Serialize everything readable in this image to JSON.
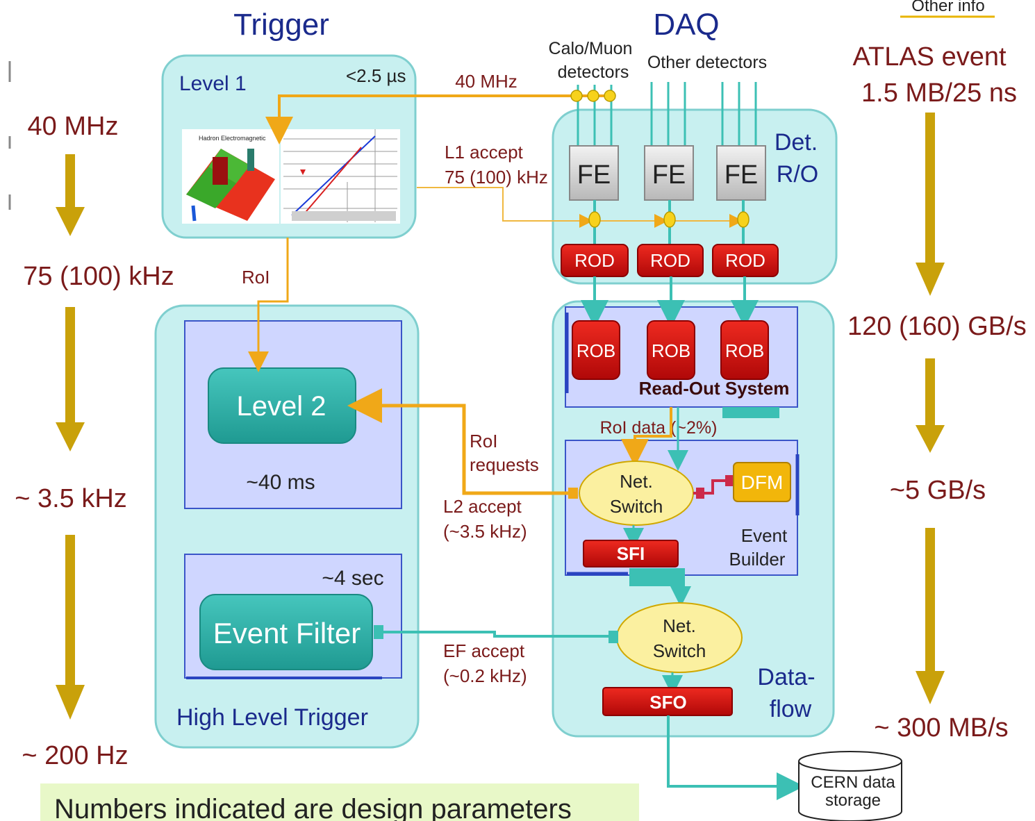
{
  "headers": {
    "trigger": "Trigger",
    "daq": "DAQ",
    "other_info": "Other info"
  },
  "rates_left": [
    "40 MHz",
    "75 (100) kHz",
    "~ 3.5 kHz",
    "~ 200 Hz"
  ],
  "rates_right": {
    "event_line1": "ATLAS event",
    "event_line2": "1.5 MB/25 ns",
    "values": [
      "120 (160) GB/s",
      "~5 GB/s",
      "~ 300 MB/s"
    ]
  },
  "level1": {
    "title": "Level 1",
    "latency": "<2.5 µs",
    "figure_caption": "Hadron Electromagnetic"
  },
  "hlt": {
    "title": "High Level Trigger",
    "level2_label": "Level 2",
    "level2_latency": "~40 ms",
    "ef_label": "Event Filter",
    "ef_latency": "~4 sec"
  },
  "signals": {
    "clock": "40 MHz",
    "l1_accept_line1": "L1 accept",
    "l1_accept_line2": "75 (100) kHz",
    "roi": "RoI",
    "roi_requests_line1": "RoI",
    "roi_requests_line2": "requests",
    "l2_accept_line1": "L2 accept",
    "l2_accept_line2": "(~3.5 kHz)",
    "ef_accept_line1": "EF accept",
    "ef_accept_line2": "(~0.2 kHz)",
    "roi_data": "RoI data (~2%)"
  },
  "detectors": {
    "calo_muon_line1": "Calo/Muon",
    "calo_muon_line2": "detectors",
    "other": "Other detectors"
  },
  "det_ro": {
    "label_line1": "Det.",
    "label_line2": "R/O",
    "fe": [
      "FE",
      "FE",
      "FE"
    ],
    "rod": [
      "ROD",
      "ROD",
      "ROD"
    ]
  },
  "readout": {
    "rob": [
      "ROB",
      "ROB",
      "ROB"
    ],
    "label": "Read-Out System"
  },
  "event_builder": {
    "switch_line1": "Net.",
    "switch_line2": "Switch",
    "dfm": "DFM",
    "label_line1": "Event",
    "label_line2": "Builder",
    "sfi": "SFI"
  },
  "dataflow": {
    "switch_line1": "Net.",
    "switch_line2": "Switch",
    "sfo": "SFO",
    "label_line1": "Data-",
    "label_line2": "flow"
  },
  "storage": {
    "line1": "CERN data",
    "line2": "storage"
  },
  "footnote": "Numbers indicated are design parameters",
  "colors": {
    "panel": "#c8f0f0",
    "panel_border": "#7fcfcf",
    "module": "#2aa8a0",
    "gold": "#c9a10a",
    "red_box": "#d01010",
    "yellow_ellipse": "#fbf0a0",
    "navy_text": "#1a2a8c",
    "brown_text": "#7a1a1a"
  }
}
